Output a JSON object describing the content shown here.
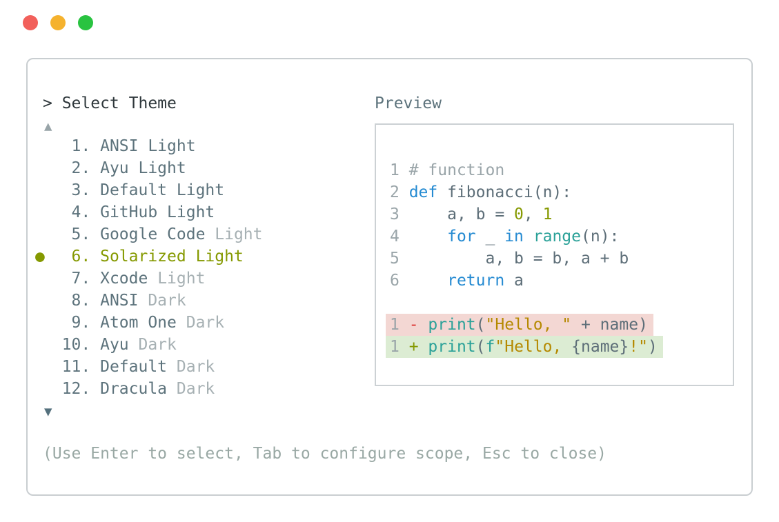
{
  "window": {
    "traffic_lights": [
      {
        "name": "close",
        "color": "#f2605b"
      },
      {
        "name": "minimize",
        "color": "#f5b22e"
      },
      {
        "name": "zoom",
        "color": "#29c340"
      }
    ]
  },
  "picker": {
    "title": "> Select Theme",
    "scroll_up_icon": "▲",
    "scroll_down_icon": "▼",
    "footer_hint": "(Use Enter to select, Tab to configure scope, Esc to close)",
    "selected_bullet": "●",
    "themes": [
      {
        "num": "1",
        "name": "ANSI Light",
        "variant": "",
        "selected": false
      },
      {
        "num": "2",
        "name": "Ayu Light",
        "variant": "",
        "selected": false
      },
      {
        "num": "3",
        "name": "Default Light",
        "variant": "",
        "selected": false
      },
      {
        "num": "4",
        "name": "GitHub Light",
        "variant": "",
        "selected": false
      },
      {
        "num": "5",
        "name": "Google Code",
        "variant": "Light",
        "selected": false
      },
      {
        "num": "6",
        "name": "Solarized Light",
        "variant": "",
        "selected": true
      },
      {
        "num": "7",
        "name": "Xcode",
        "variant": "Light",
        "selected": false
      },
      {
        "num": "8",
        "name": "ANSI",
        "variant": "Dark",
        "selected": false
      },
      {
        "num": "9",
        "name": "Atom One",
        "variant": "Dark",
        "selected": false
      },
      {
        "num": "10",
        "name": "Ayu",
        "variant": "Dark",
        "selected": false
      },
      {
        "num": "11",
        "name": "Default",
        "variant": "Dark",
        "selected": false
      },
      {
        "num": "12",
        "name": "Dracula",
        "variant": "Dark",
        "selected": false
      }
    ]
  },
  "preview": {
    "label": "Preview",
    "colors": {
      "keyword": "#268bd2",
      "function": "#2aa198",
      "string": "#b58900",
      "number": "#859900",
      "comment": "#9aa5a9",
      "body": "#5d6e78",
      "line_number": "#9aa5a9",
      "removed_bg": "#f3d7d3",
      "added_bg": "#dcecd3",
      "removed_sign": "#dc322f",
      "added_sign": "#859900"
    },
    "code_lines": [
      {
        "num": "1",
        "tokens": [
          {
            "t": "# function",
            "c": "comment"
          }
        ]
      },
      {
        "num": "2",
        "tokens": [
          {
            "t": "def",
            "c": "keyword"
          },
          {
            "t": " fibonacci(n):",
            "c": "body"
          }
        ]
      },
      {
        "num": "3",
        "tokens": [
          {
            "t": "    a, b = ",
            "c": "body"
          },
          {
            "t": "0",
            "c": "number"
          },
          {
            "t": ", ",
            "c": "body"
          },
          {
            "t": "1",
            "c": "number"
          }
        ]
      },
      {
        "num": "4",
        "tokens": [
          {
            "t": "    ",
            "c": "body"
          },
          {
            "t": "for",
            "c": "keyword"
          },
          {
            "t": " _ ",
            "c": "body"
          },
          {
            "t": "in",
            "c": "keyword"
          },
          {
            "t": " ",
            "c": "body"
          },
          {
            "t": "range",
            "c": "function"
          },
          {
            "t": "(n):",
            "c": "body"
          }
        ]
      },
      {
        "num": "5",
        "tokens": [
          {
            "t": "        a, b = b, a + b",
            "c": "body"
          }
        ]
      },
      {
        "num": "6",
        "tokens": [
          {
            "t": "    ",
            "c": "body"
          },
          {
            "t": "return",
            "c": "keyword"
          },
          {
            "t": " a",
            "c": "body"
          }
        ]
      }
    ],
    "diff_lines": [
      {
        "num": "1",
        "kind": "removed",
        "sign": "-",
        "tokens": [
          {
            "t": "print",
            "c": "function"
          },
          {
            "t": "(",
            "c": "body"
          },
          {
            "t": "\"Hello, \"",
            "c": "string"
          },
          {
            "t": " + name)",
            "c": "body"
          }
        ]
      },
      {
        "num": "1",
        "kind": "added",
        "sign": "+",
        "tokens": [
          {
            "t": "print",
            "c": "function"
          },
          {
            "t": "(",
            "c": "body"
          },
          {
            "t": "f",
            "c": "function"
          },
          {
            "t": "\"Hello, ",
            "c": "string"
          },
          {
            "t": "{name}",
            "c": "body"
          },
          {
            "t": "!\"",
            "c": "string"
          },
          {
            "t": ")",
            "c": "body"
          }
        ]
      }
    ]
  }
}
